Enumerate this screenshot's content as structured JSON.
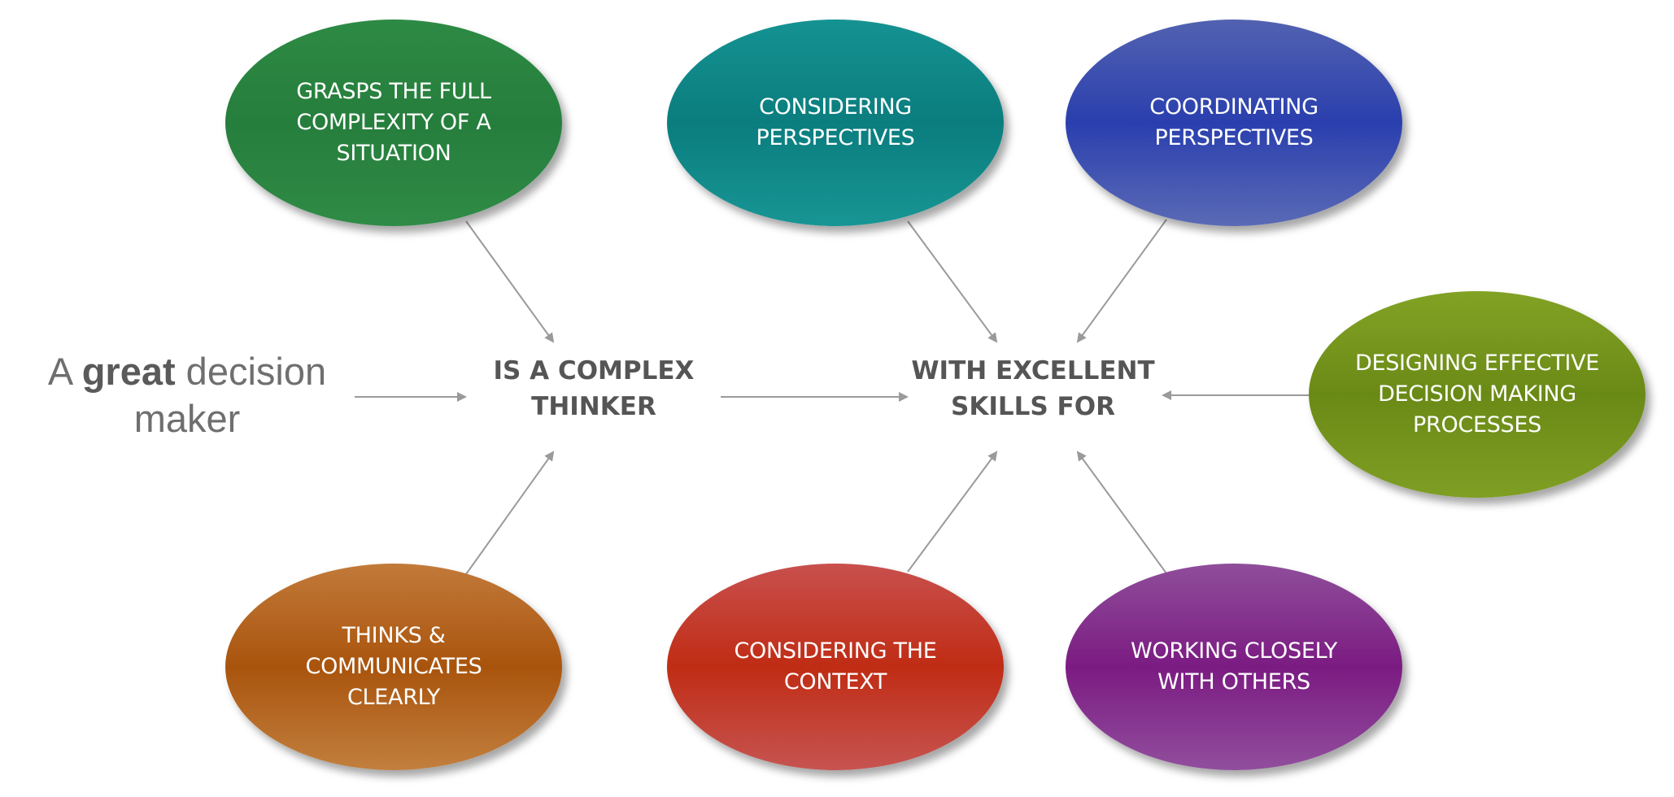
{
  "intro": {
    "before": "A ",
    "emphasis": "great",
    "after": " decision maker"
  },
  "center": {
    "thinker": "IS A COMPLEX\nTHINKER",
    "skills": "WITH EXCELLENT\nSKILLS FOR"
  },
  "bubbles": {
    "grasps": "GRASPS THE FULL\nCOMPLEXITY OF A\nSITUATION",
    "considering_perspectives": "CONSIDERING\nPERSPECTIVES",
    "coordinating_perspectives": "COORDINATING\nPERSPECTIVES",
    "designing": "DESIGNING EFFECTIVE\nDECISION MAKING\nPROCESSES",
    "thinks_communicates": "THINKS &\nCOMMUNICATES\nCLEARLY",
    "considering_context": "CONSIDERING THE\nCONTEXT",
    "working_closely": "WORKING CLOSELY\nWITH OTHERS"
  },
  "colors": {
    "arrow": "#9a9a9a",
    "green": "#267e3c",
    "teal": "#0b7d7e",
    "blue": "#2a3fae",
    "olive": "#6a8a16",
    "orange": "#a9540d",
    "red": "#c02c14",
    "purple": "#7b1b82"
  }
}
